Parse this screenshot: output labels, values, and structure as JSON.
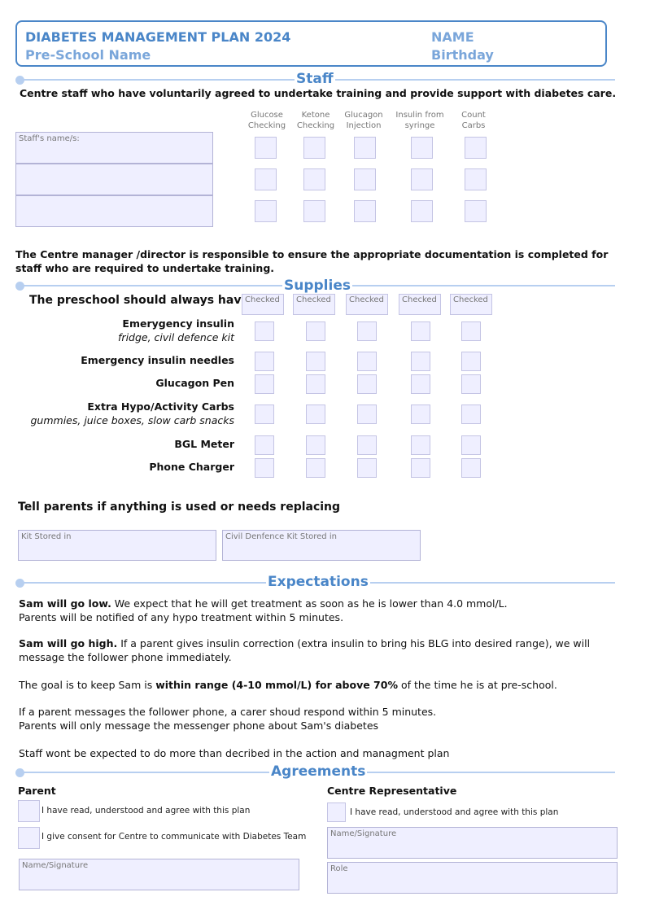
{
  "header": {
    "title": "DIABETES MANAGEMENT PLAN 2024",
    "preschool_name": "Pre-School Name",
    "name": "NAME",
    "birthday": "Birthday"
  },
  "staff": {
    "section_title": "Staff",
    "intro": "Centre staff who have voluntarily agreed to undertake training and provide support with diabetes care.",
    "columns": [
      [
        "Glucose",
        "Checking"
      ],
      [
        "Ketone",
        "Checking"
      ],
      [
        "Glucagon",
        "Injection"
      ],
      [
        "Insulin from",
        "syringe"
      ],
      [
        "Count",
        "Carbs"
      ]
    ],
    "name_label": "Staff's name/s:",
    "manager_note": "The Centre manager /director is responsible to ensure the appropriate documentation is completed for staff who are required to undertake training."
  },
  "supplies": {
    "section_title": "Supplies",
    "heading": "The preschool should always have",
    "checked_label": "Checked",
    "items": [
      {
        "name": "Emerygency insulin",
        "sub": "fridge, civil defence kit"
      },
      {
        "name": "Emergency insulin needles",
        "sub": ""
      },
      {
        "name": "Glucagon Pen",
        "sub": ""
      },
      {
        "name": "Extra Hypo/Activity Carbs",
        "sub": "gummies, juice boxes, slow carb snacks"
      },
      {
        "name": "BGL Meter",
        "sub": ""
      },
      {
        "name": "Phone Charger",
        "sub": ""
      }
    ],
    "tell_parents": "Tell parents if anything is used or needs replacing",
    "kit_stored_label": "Kit Stored in",
    "civil_kit_label": "Civil Denfence Kit Stored in"
  },
  "expectations": {
    "section_title": "Expectations",
    "p1_bold": "Sam will go low.",
    "p1_rest": " We expect that he will get treatment as soon as he is lower than 4.0 mmol/L.",
    "p1_line2": "Parents will be notified of any hypo treatment within 5 minutes.",
    "p2_bold": "Sam will go high.",
    "p2_rest": " If a parent gives insulin correction (extra insulin to bring his BLG into desired range),  we will message the follower phone immediately.",
    "p3_pre": "The goal is to keep Sam is ",
    "p3_bold": "within range (4-10 mmol/L) for above 70%",
    "p3_post": " of the time he is at pre-school.",
    "p4_line1": "If a parent messages the follower phone, a carer shoud respond within 5 minutes.",
    "p4_line2": "Parents will only message the messenger phone about Sam's diabetes",
    "p5": "Staff wont be expected to do more than decribed in the action and managment plan"
  },
  "agreements": {
    "section_title": "Agreements",
    "parent_heading": "Parent",
    "parent_agree": "I have read, understood and agree with this plan",
    "parent_consent": "I give consent for Centre to communicate with Diabetes Team",
    "parent_sig_label": "Name/Signature",
    "centre_heading": "Centre Representative",
    "centre_agree": "I have read, understood and agree with this plan",
    "centre_sig_label": "Name/Signature",
    "role_label": "Role"
  },
  "colors": {
    "accent": "#4a86c8",
    "line": "#b7cff0",
    "field": "#efefff"
  }
}
